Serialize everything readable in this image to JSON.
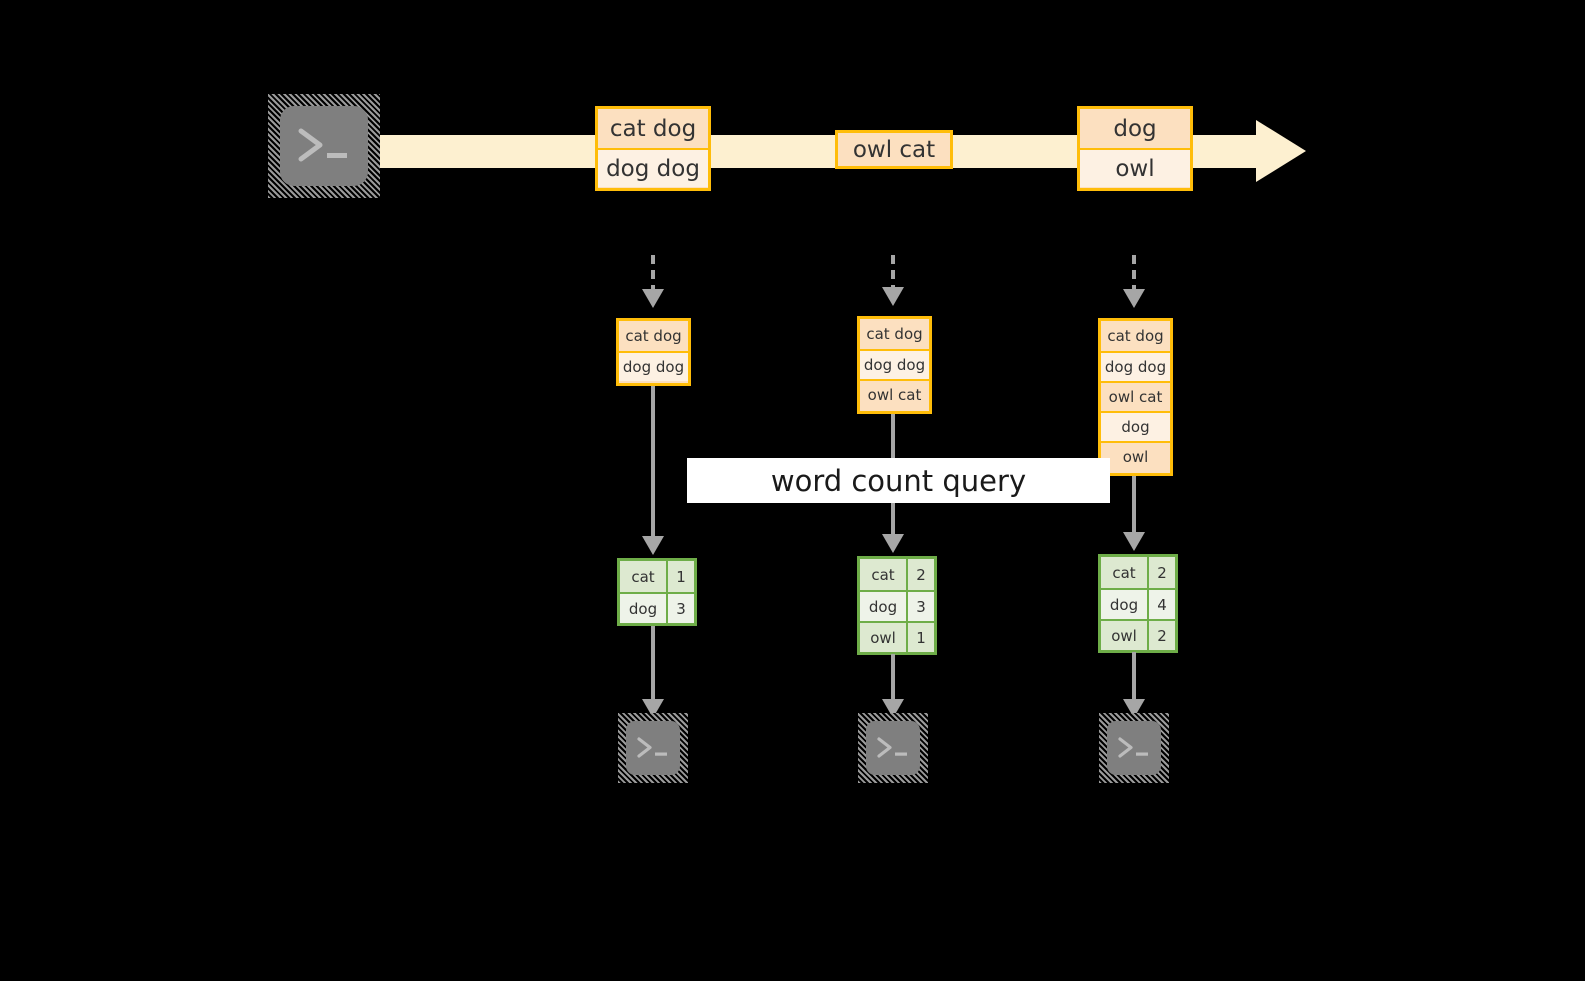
{
  "diagram": {
    "title_label": "word count query",
    "source_terminal": {
      "icon": "terminal-prompt-icon",
      "glyph": ">_"
    },
    "stream": {
      "records": [
        {
          "id": "rec-1",
          "lines": [
            "cat dog",
            "dog dog"
          ]
        },
        {
          "id": "rec-2",
          "lines": [
            "owl cat"
          ]
        },
        {
          "id": "rec-3",
          "lines": [
            "dog",
            "owl"
          ]
        }
      ]
    },
    "snapshots": [
      {
        "id": "snapshot-1",
        "lines": [
          "cat dog",
          "dog dog"
        ],
        "result": {
          "rows": [
            {
              "word": "cat",
              "count": "1"
            },
            {
              "word": "dog",
              "count": "3"
            }
          ]
        },
        "sink_terminal": {
          "icon": "terminal-prompt-icon",
          "glyph": ">_"
        }
      },
      {
        "id": "snapshot-2",
        "lines": [
          "cat dog",
          "dog dog",
          "owl cat"
        ],
        "result": {
          "rows": [
            {
              "word": "cat",
              "count": "2"
            },
            {
              "word": "dog",
              "count": "3"
            },
            {
              "word": "owl",
              "count": "1"
            }
          ]
        },
        "sink_terminal": {
          "icon": "terminal-prompt-icon",
          "glyph": ">_"
        }
      },
      {
        "id": "snapshot-3",
        "lines": [
          "cat dog",
          "dog dog",
          "owl cat",
          "dog",
          "owl"
        ],
        "result": {
          "rows": [
            {
              "word": "cat",
              "count": "2"
            },
            {
              "word": "dog",
              "count": "4"
            },
            {
              "word": "owl",
              "count": "2"
            }
          ]
        },
        "sink_terminal": {
          "icon": "terminal-prompt-icon",
          "glyph": ">_"
        }
      }
    ],
    "colors": {
      "background": "#000000",
      "stream_band": "#fdf0d0",
      "record_border": "#ffbd09",
      "record_fill_dark": "#fce0c0",
      "record_fill_light": "#fdf1e3",
      "result_border": "#6ead48",
      "result_fill_dark": "#dde9d0",
      "result_fill_light": "#eef3e9",
      "arrow_gray": "#a6a6a6",
      "terminal_fill": "#7f7f7f",
      "label_background": "#ffffff",
      "text": "#333333"
    }
  }
}
